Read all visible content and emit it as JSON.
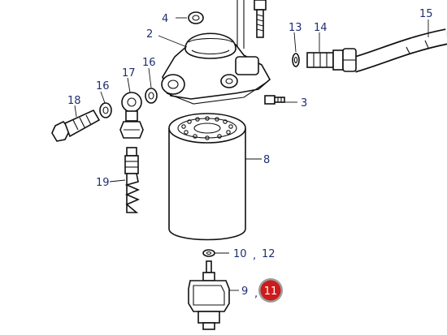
{
  "callouts": {
    "c2": "2",
    "c3": "3",
    "c4": "4",
    "c8": "8",
    "c9": "9",
    "c10": "10",
    "c10_sep": ",",
    "c12": "12",
    "c9_sep": ",",
    "c11": "11",
    "c13": "13",
    "c14": "14",
    "c15": "15",
    "c16a": "16",
    "c16b": "16",
    "c17": "17",
    "c18": "18",
    "c19": "19"
  },
  "colors": {
    "callout_text": "#1f2f6f",
    "highlight_badge": "#cc1b1b",
    "badge_ring": "#9c9c9c",
    "line": "#111111"
  },
  "highlighted_part": "11"
}
